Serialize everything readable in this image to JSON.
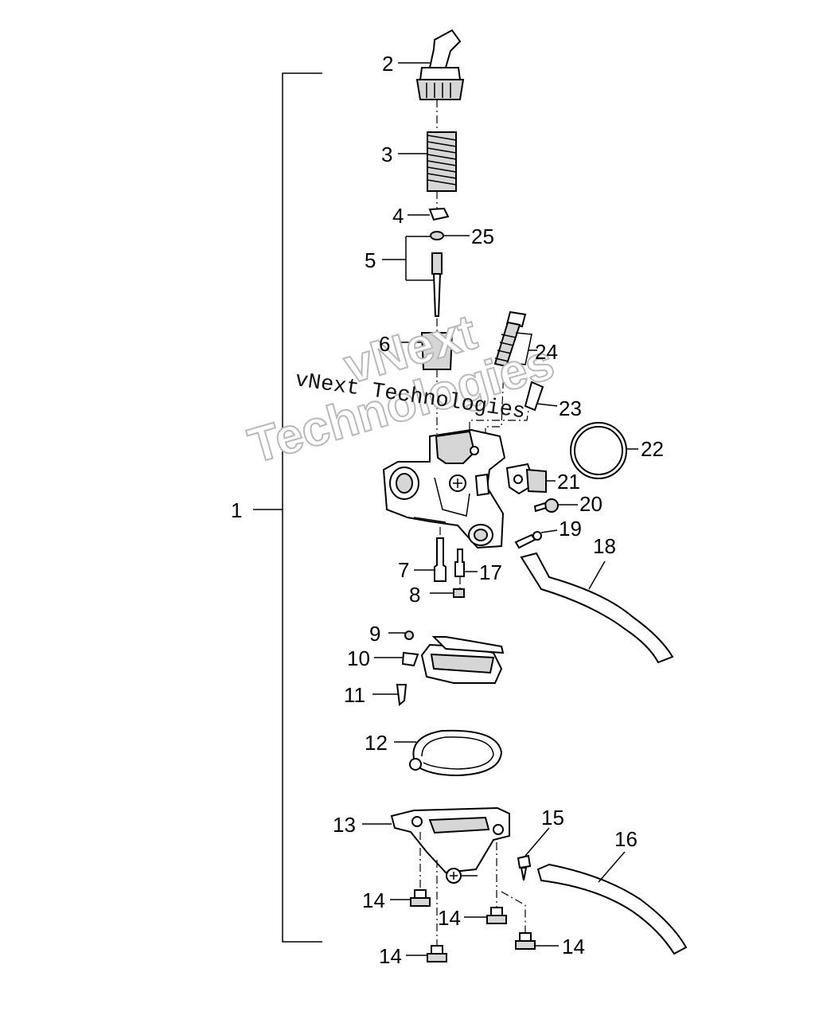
{
  "labels": {
    "n1": "1",
    "n2": "2",
    "n3": "3",
    "n4": "4",
    "n5": "5",
    "n6": "6",
    "n7": "7",
    "n8": "8",
    "n9": "9",
    "n10": "10",
    "n11": "11",
    "n12": "12",
    "n13": "13",
    "n14a": "14",
    "n14b": "14",
    "n14c": "14",
    "n14d": "14",
    "n15": "15",
    "n16": "16",
    "n17": "17",
    "n18": "18",
    "n19": "19",
    "n20": "20",
    "n21": "21",
    "n22": "22",
    "n23": "23",
    "n24": "24",
    "n25": "25"
  },
  "watermark": {
    "line_vnext": "vNext",
    "line_technologies": "Technologies",
    "line_full": "vNext Technologies"
  }
}
